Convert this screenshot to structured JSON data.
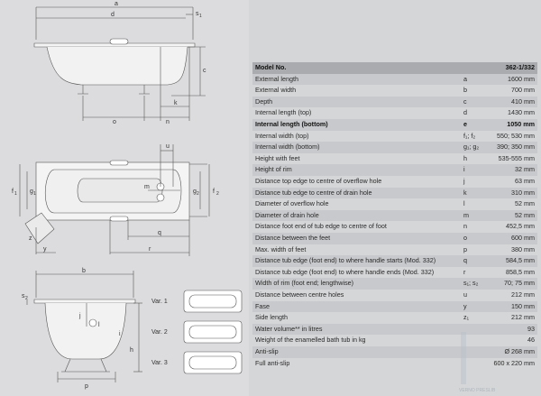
{
  "drawing": {
    "dim_labels": {
      "a": "a",
      "d": "d",
      "s1": "s",
      "s1_sub": "1",
      "c": "c",
      "k": "k",
      "o": "o",
      "n": "n",
      "u": "u",
      "m": "m",
      "f1": "f",
      "f1_sub": "1",
      "g1": "g",
      "g1_sub": "1",
      "f2": "f",
      "f2_sub": "2",
      "g2": "g",
      "g2_sub": "2",
      "z": "z",
      "y": "y",
      "q": "q",
      "r": "r",
      "b": "b",
      "s2": "s",
      "s2_sub": "2",
      "j": "j",
      "l": "l",
      "i": "i",
      "h": "h",
      "p": "p"
    },
    "variants": [
      "Var. 1",
      "Var. 2",
      "Var. 3"
    ]
  },
  "table": {
    "header": {
      "label": "Model No.",
      "symbol": "",
      "value": "362-1/332"
    },
    "rows": [
      {
        "label": "External length",
        "symbol": "a",
        "value": "1600 mm"
      },
      {
        "label": "External width",
        "symbol": "b",
        "value": "700 mm"
      },
      {
        "label": "Depth",
        "symbol": "c",
        "value": "410 mm"
      },
      {
        "label": "Internal length (top)",
        "symbol": "d",
        "value": "1430 mm"
      },
      {
        "label": "Internal length (bottom)",
        "symbol": "e",
        "value": "1050 mm",
        "bold": true
      },
      {
        "label": "Internal width (top)",
        "symbol": "f₁; f₂",
        "value": "550; 530 mm"
      },
      {
        "label": "Internal width (bottom)",
        "symbol": "g₁; g₂",
        "value": "390; 350 mm"
      },
      {
        "label": "Height with feet",
        "symbol": "h",
        "value": "535-555 mm"
      },
      {
        "label": "Height of rim",
        "symbol": "i",
        "value": "32 mm"
      },
      {
        "label": "Distance top edge to centre of overflow hole",
        "symbol": "j",
        "value": "63 mm"
      },
      {
        "label": "Distance tub edge to centre of drain hole",
        "symbol": "k",
        "value": "310 mm"
      },
      {
        "label": "Diameter of overflow hole",
        "symbol": "l",
        "value": "52 mm"
      },
      {
        "label": "Diameter of drain hole",
        "symbol": "m",
        "value": "52 mm"
      },
      {
        "label": "Distance foot end of tub edge to centre of foot",
        "symbol": "n",
        "value": "452,5 mm"
      },
      {
        "label": "Distance between the feet",
        "symbol": "o",
        "value": "600 mm"
      },
      {
        "label": "Max. width of feet",
        "symbol": "p",
        "value": "380 mm"
      },
      {
        "label": "Distance tub edge (foot end) to where handle starts (Mod. 332)",
        "symbol": "q",
        "value": "584,5 mm"
      },
      {
        "label": "Distance tub edge (foot end) to where handle ends (Mod. 332)",
        "symbol": "r",
        "value": "858,5 mm"
      },
      {
        "label": "Width of rim (foot end; lengthwise)",
        "symbol": "s₁; s₂",
        "value": "70; 75 mm"
      },
      {
        "label": "Distance between centre holes",
        "symbol": "u",
        "value": "212 mm"
      },
      {
        "label": "Fase",
        "symbol": "y",
        "value": "150 mm"
      },
      {
        "label": "Side length",
        "symbol": "z₁",
        "value": "212 mm"
      },
      {
        "label": "Water volume** in litres",
        "symbol": "",
        "value": "93"
      },
      {
        "label": "Weight of the enamelled bath tub in kg",
        "symbol": "",
        "value": "46"
      },
      {
        "label": "Anti-slip",
        "symbol": "",
        "value": "Ø 268 mm"
      },
      {
        "label": "Full anti-slip",
        "symbol": "",
        "value": "600 x 220 mm"
      }
    ]
  },
  "watermark": {
    "text": "VERNO\nPRESLIB"
  }
}
